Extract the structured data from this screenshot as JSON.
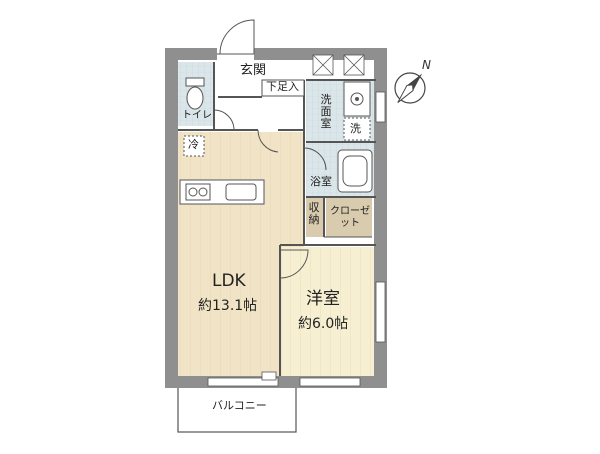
{
  "floorplan": {
    "rooms": {
      "entrance": "玄関",
      "shoe_storage": "下足入",
      "toilet": "トイレ",
      "washroom": "洗面室",
      "washer": "洗",
      "bathroom": "浴室",
      "fridge": "冷",
      "ldk": {
        "name": "LDK",
        "area": "約13.1帖"
      },
      "storage": "収納",
      "closet": "クローゼット",
      "western_room": {
        "name": "洋室",
        "area": "約6.0帖"
      },
      "balcony": "バルコニー"
    },
    "compass": {
      "direction": "N"
    },
    "colors": {
      "wall": "#8f8f8f",
      "ldk_floor": "#f1e4c6",
      "room_floor": "#f6efd2",
      "wet_area": "#dbe6ea",
      "closet": "#d9ccae",
      "outline": "#555555"
    }
  }
}
